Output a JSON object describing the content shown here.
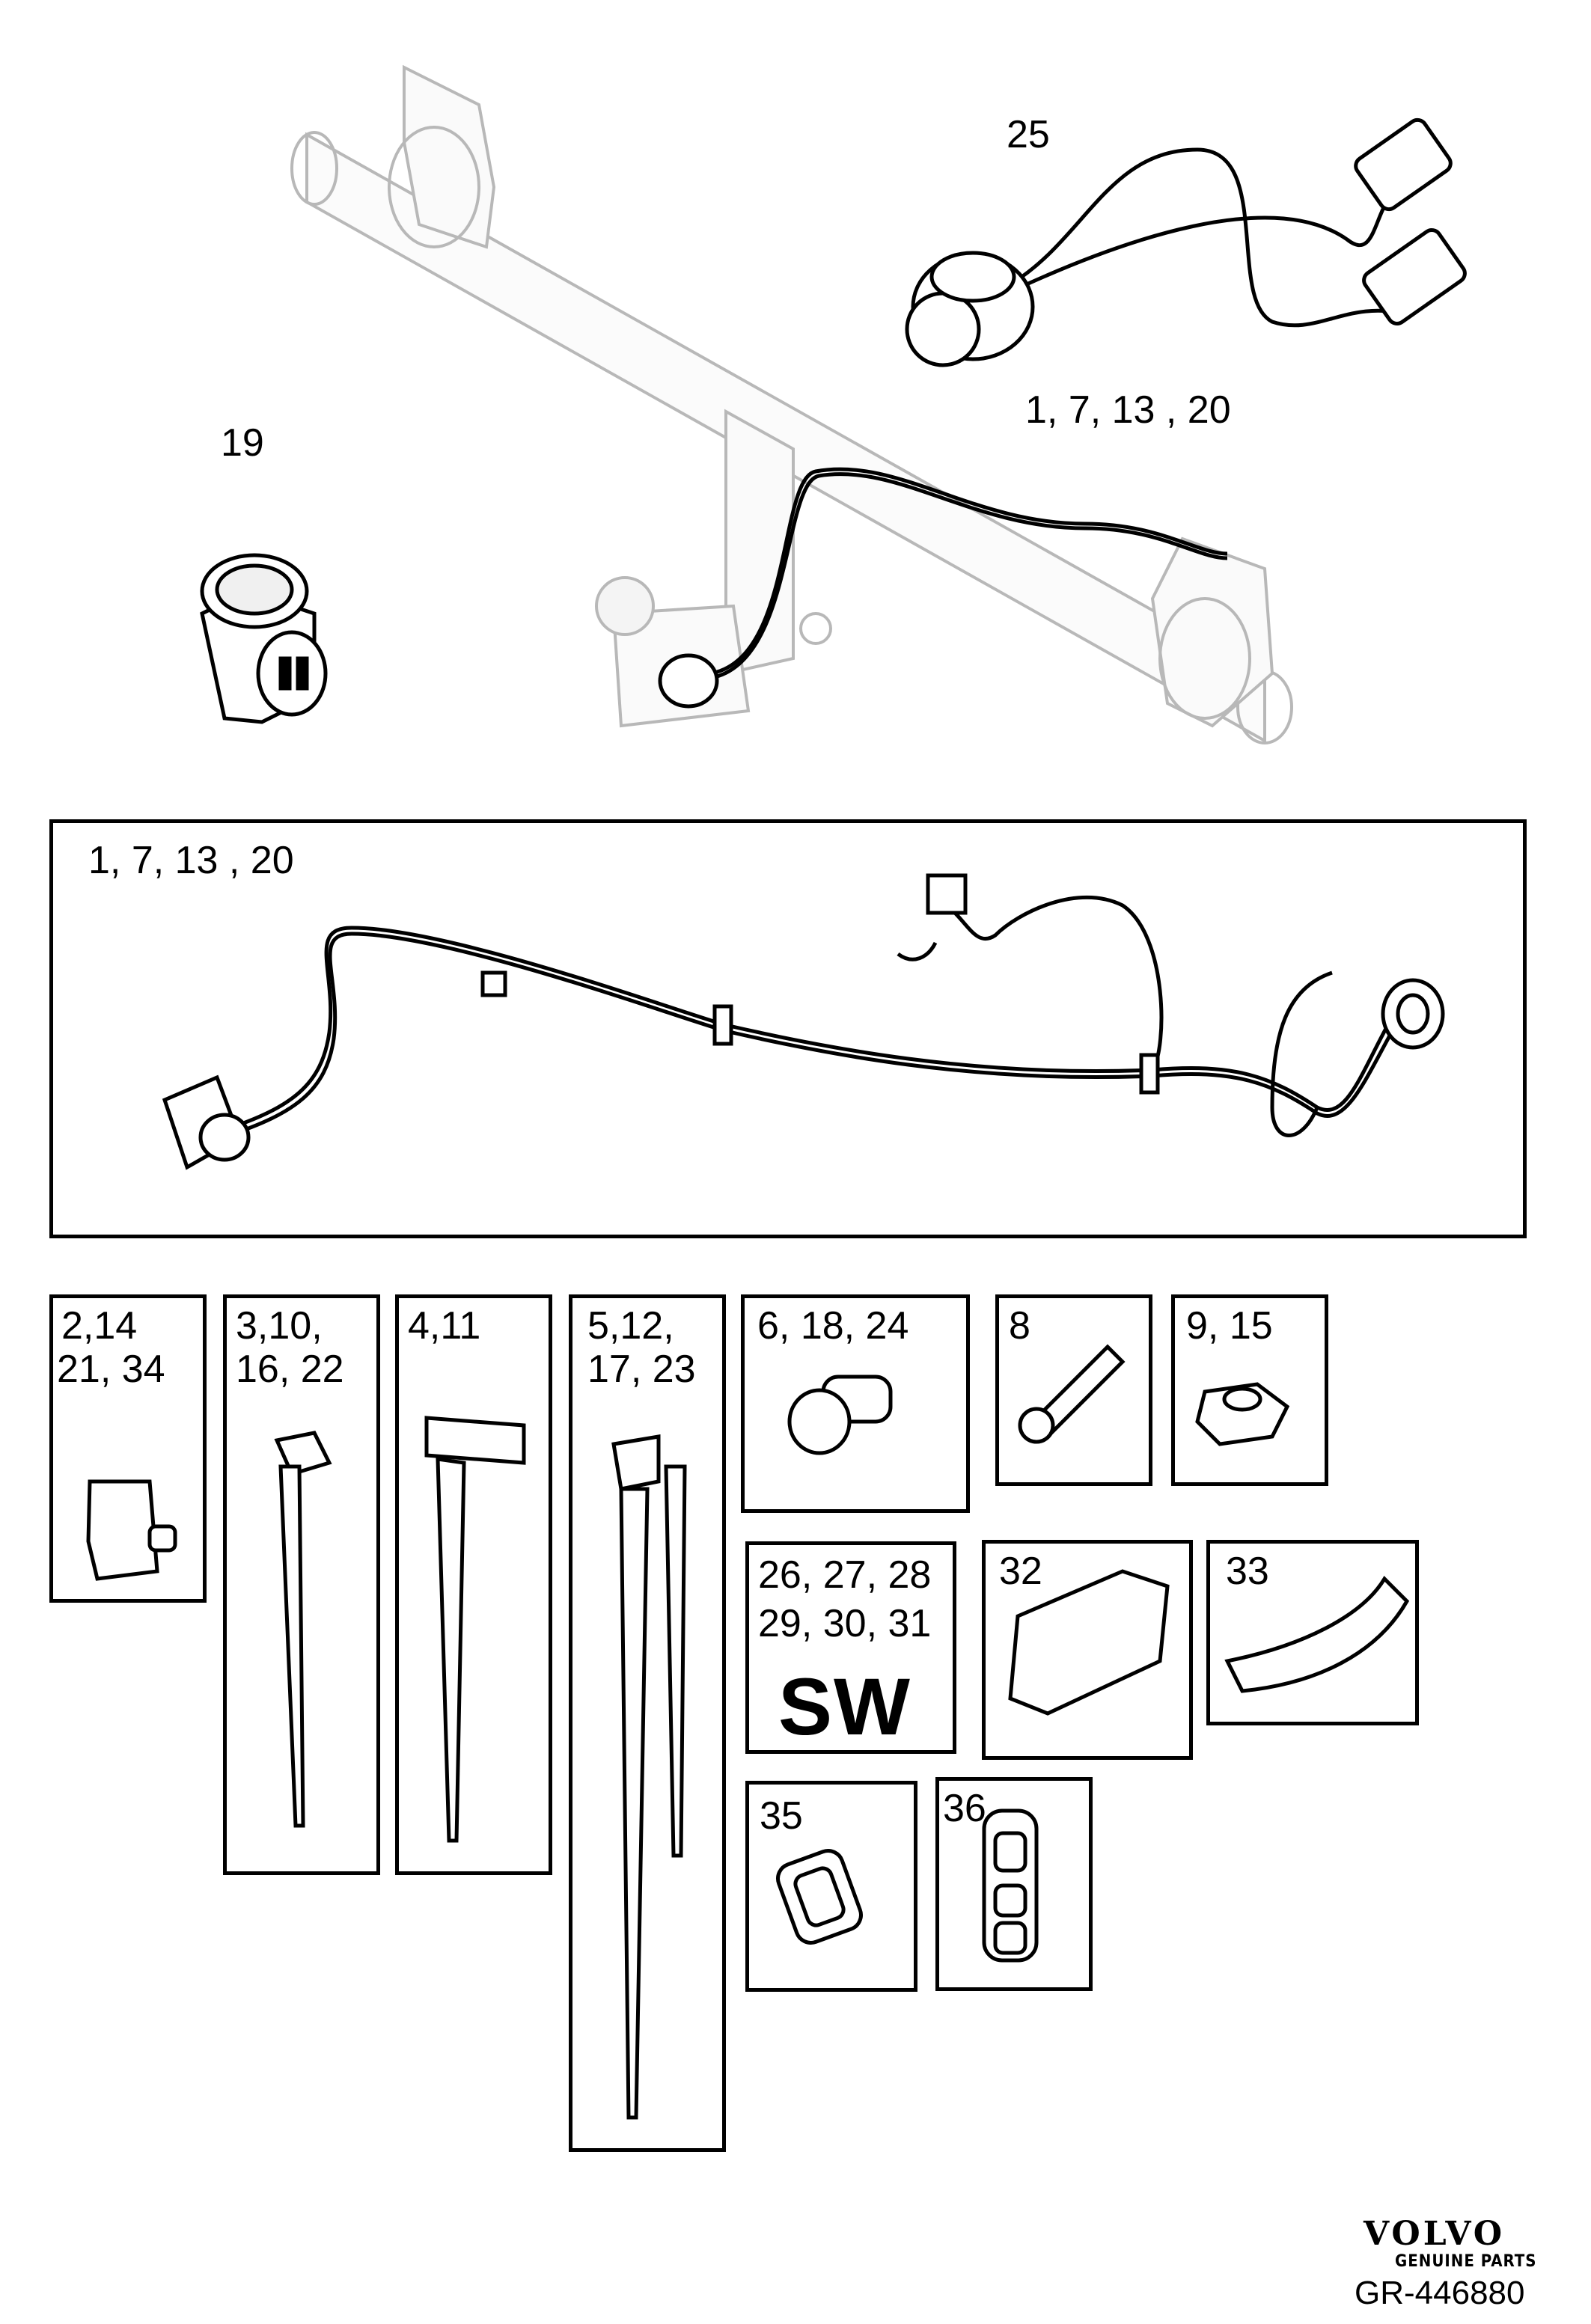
{
  "callouts": {
    "harness_adapter": "25",
    "socket_top": "19",
    "harness_top": "1,  7,  13 , 20",
    "harness_box": "1, 7, 13 , 20"
  },
  "parts": {
    "p2_l1": "2,14",
    "p2_l2": "21, 34",
    "p3_l1": "3,10,",
    "p3_l2": "16, 22",
    "p4_l1": "4,11",
    "p5_l1": "5,12,",
    "p5_l2": "17, 23",
    "p6_l1": "6, 18, 24",
    "p8_l1": "8",
    "p9_l1": "9, 15",
    "sw_l1": "26, 27, 28",
    "sw_l2": "29, 30, 31",
    "sw_mark": "SW",
    "p32_l1": "32",
    "p33_l1": "33",
    "p35_l1": "35",
    "p36_l1": "36"
  },
  "footer": {
    "brand": "VOLVO",
    "brand_sub": "GENUINE PARTS",
    "ref": "GR-446880"
  }
}
